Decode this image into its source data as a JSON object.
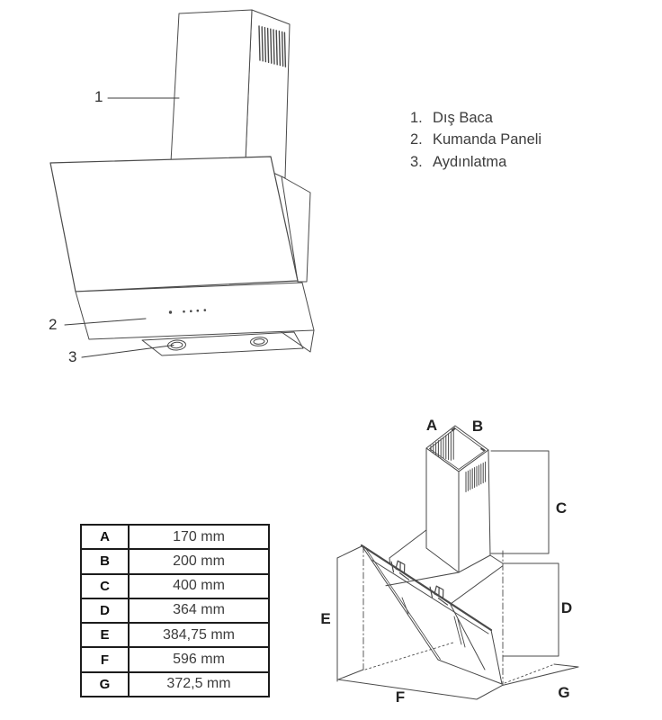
{
  "document": {
    "type": "appliance-manual-page",
    "product": "wall-mounted cooker hood",
    "background_color": "#ffffff",
    "line_color": "#4a4a4a",
    "text_color": "#3d3d3d"
  },
  "hood_diagram": {
    "description": "perspective line drawing of an inclined-glass cooker hood with numbered callouts",
    "callouts": [
      {
        "number": "1",
        "points_to": "outer chimney duct"
      },
      {
        "number": "2",
        "points_to": "control panel strip"
      },
      {
        "number": "3",
        "points_to": "lamp on bottom plate"
      }
    ]
  },
  "legend": {
    "items": [
      {
        "number": "1.",
        "label": "Dış Baca"
      },
      {
        "number": "2.",
        "label": "Kumanda Paneli"
      },
      {
        "number": "3.",
        "label": "Aydınlatma"
      }
    ]
  },
  "dimensions_table": {
    "rows": [
      {
        "key": "A",
        "value": "170 mm"
      },
      {
        "key": "B",
        "value": "200 mm"
      },
      {
        "key": "C",
        "value": "400 mm"
      },
      {
        "key": "D",
        "value": "364 mm"
      },
      {
        "key": "E",
        "value": "384,75 mm"
      },
      {
        "key": "F",
        "value": "596 mm"
      },
      {
        "key": "G",
        "value": "372,5 mm"
      }
    ]
  },
  "dimension_diagram": {
    "description": "dimensioned line drawing of the hood seen from the rear-left",
    "labels": {
      "A": "A",
      "B": "B",
      "C": "C",
      "D": "D",
      "E": "E",
      "F": "F",
      "G": "G"
    }
  }
}
